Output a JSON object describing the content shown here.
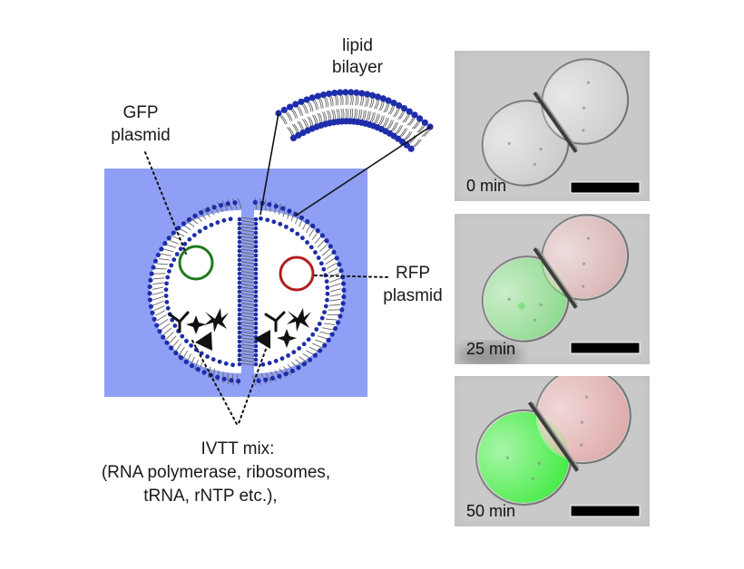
{
  "labels": {
    "lipid_line1": "lipid",
    "lipid_line2": "bilayer",
    "gfp_line1": "GFP",
    "gfp_line2": "plasmid",
    "rfp_line1": "RFP",
    "rfp_line2": "plasmid",
    "ivtt_line1": "IVTT mix:",
    "ivtt_line2": "(RNA polymerase, ribosomes,",
    "ivtt_line3": "tRNA, rNTP etc.),"
  },
  "panels": [
    {
      "time": "0 min",
      "gfp_intensity": 0.0,
      "rfp_intensity": 0.0
    },
    {
      "time": "25 min",
      "gfp_intensity": 0.45,
      "rfp_intensity": 0.25
    },
    {
      "time": "50 min",
      "gfp_intensity": 1.0,
      "rfp_intensity": 0.45
    }
  ],
  "colors": {
    "background_square": "#8e9ff5",
    "membrane_head": "#1d2dab",
    "membrane_tail": "#666666",
    "gfp_plasmid": "#1f7a1f",
    "rfp_plasmid": "#b21e1e",
    "gfp_fluor": "#3dea3d",
    "rfp_fluor": "#e69393",
    "text": "#1a1a1a"
  },
  "icons": {
    "scale_bar": "scale-bar",
    "molecules": [
      "y-shape",
      "four-point-star",
      "triangle",
      "six-point-star"
    ]
  }
}
